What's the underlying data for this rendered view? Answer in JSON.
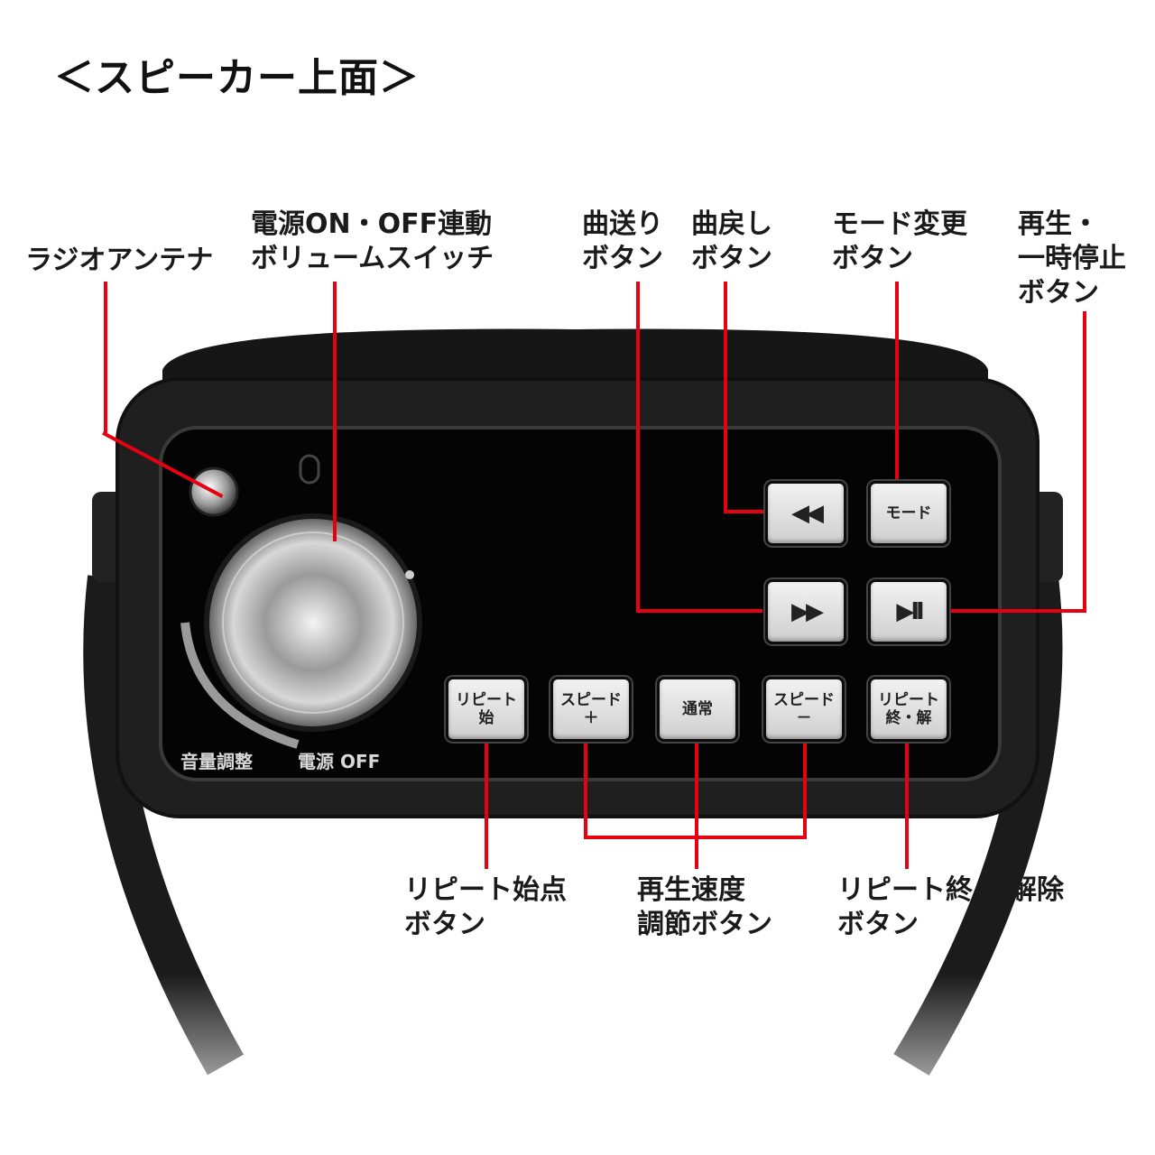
{
  "title": "＜スピーカー上面＞",
  "callouts": {
    "radio_antenna": [
      "ラジオアンテナ"
    ],
    "power_volume": [
      "電源ON・OFF連動",
      "ボリュームスイッチ"
    ],
    "next_track": [
      "曲送り",
      "ボタン"
    ],
    "prev_track": [
      "曲戻し",
      "ボタン"
    ],
    "mode_change": [
      "モード変更",
      "ボタン"
    ],
    "play_pause": [
      "再生・",
      "一時停止",
      "ボタン"
    ],
    "repeat_start": [
      "リピート始点",
      "ボタン"
    ],
    "speed_adjust": [
      "再生速度",
      "調節ボタン"
    ],
    "repeat_end": [
      "リピート終点/解除",
      "ボタン"
    ]
  },
  "buttons": {
    "rewind": "◀◀",
    "mode": "モード",
    "forward": "▶▶",
    "play_pause": "▶II",
    "repeat_start": [
      "リピート",
      "始"
    ],
    "speed_plus": [
      "スピード",
      "＋"
    ],
    "normal": "通常",
    "speed_minus": [
      "スピード",
      "－"
    ],
    "repeat_end": [
      "リピート",
      "終・解"
    ]
  },
  "panel_labels": {
    "volume": "音量調整",
    "power_off": "電源 OFF"
  },
  "colors": {
    "leader_line": "#e60012",
    "body": "#1c1c1c",
    "panel": "#050505",
    "button": "#dcdcdc"
  }
}
